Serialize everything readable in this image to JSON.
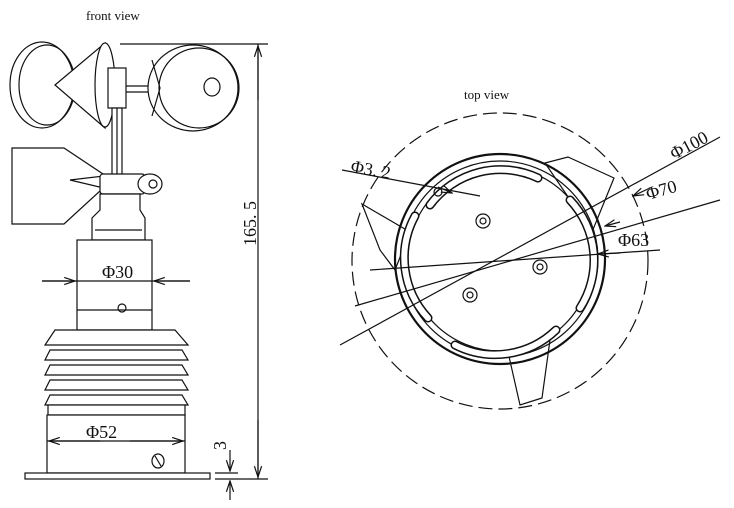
{
  "front_view": {
    "title": "front view",
    "dims": {
      "height": "165. 5",
      "d30": "Φ30",
      "d52": "Φ52",
      "base": "3"
    }
  },
  "top_view": {
    "title": "top view",
    "dims": {
      "d3_2": "Φ3. 2",
      "d100": "Φ100",
      "d70": "Φ70",
      "d63": "Φ63"
    }
  }
}
